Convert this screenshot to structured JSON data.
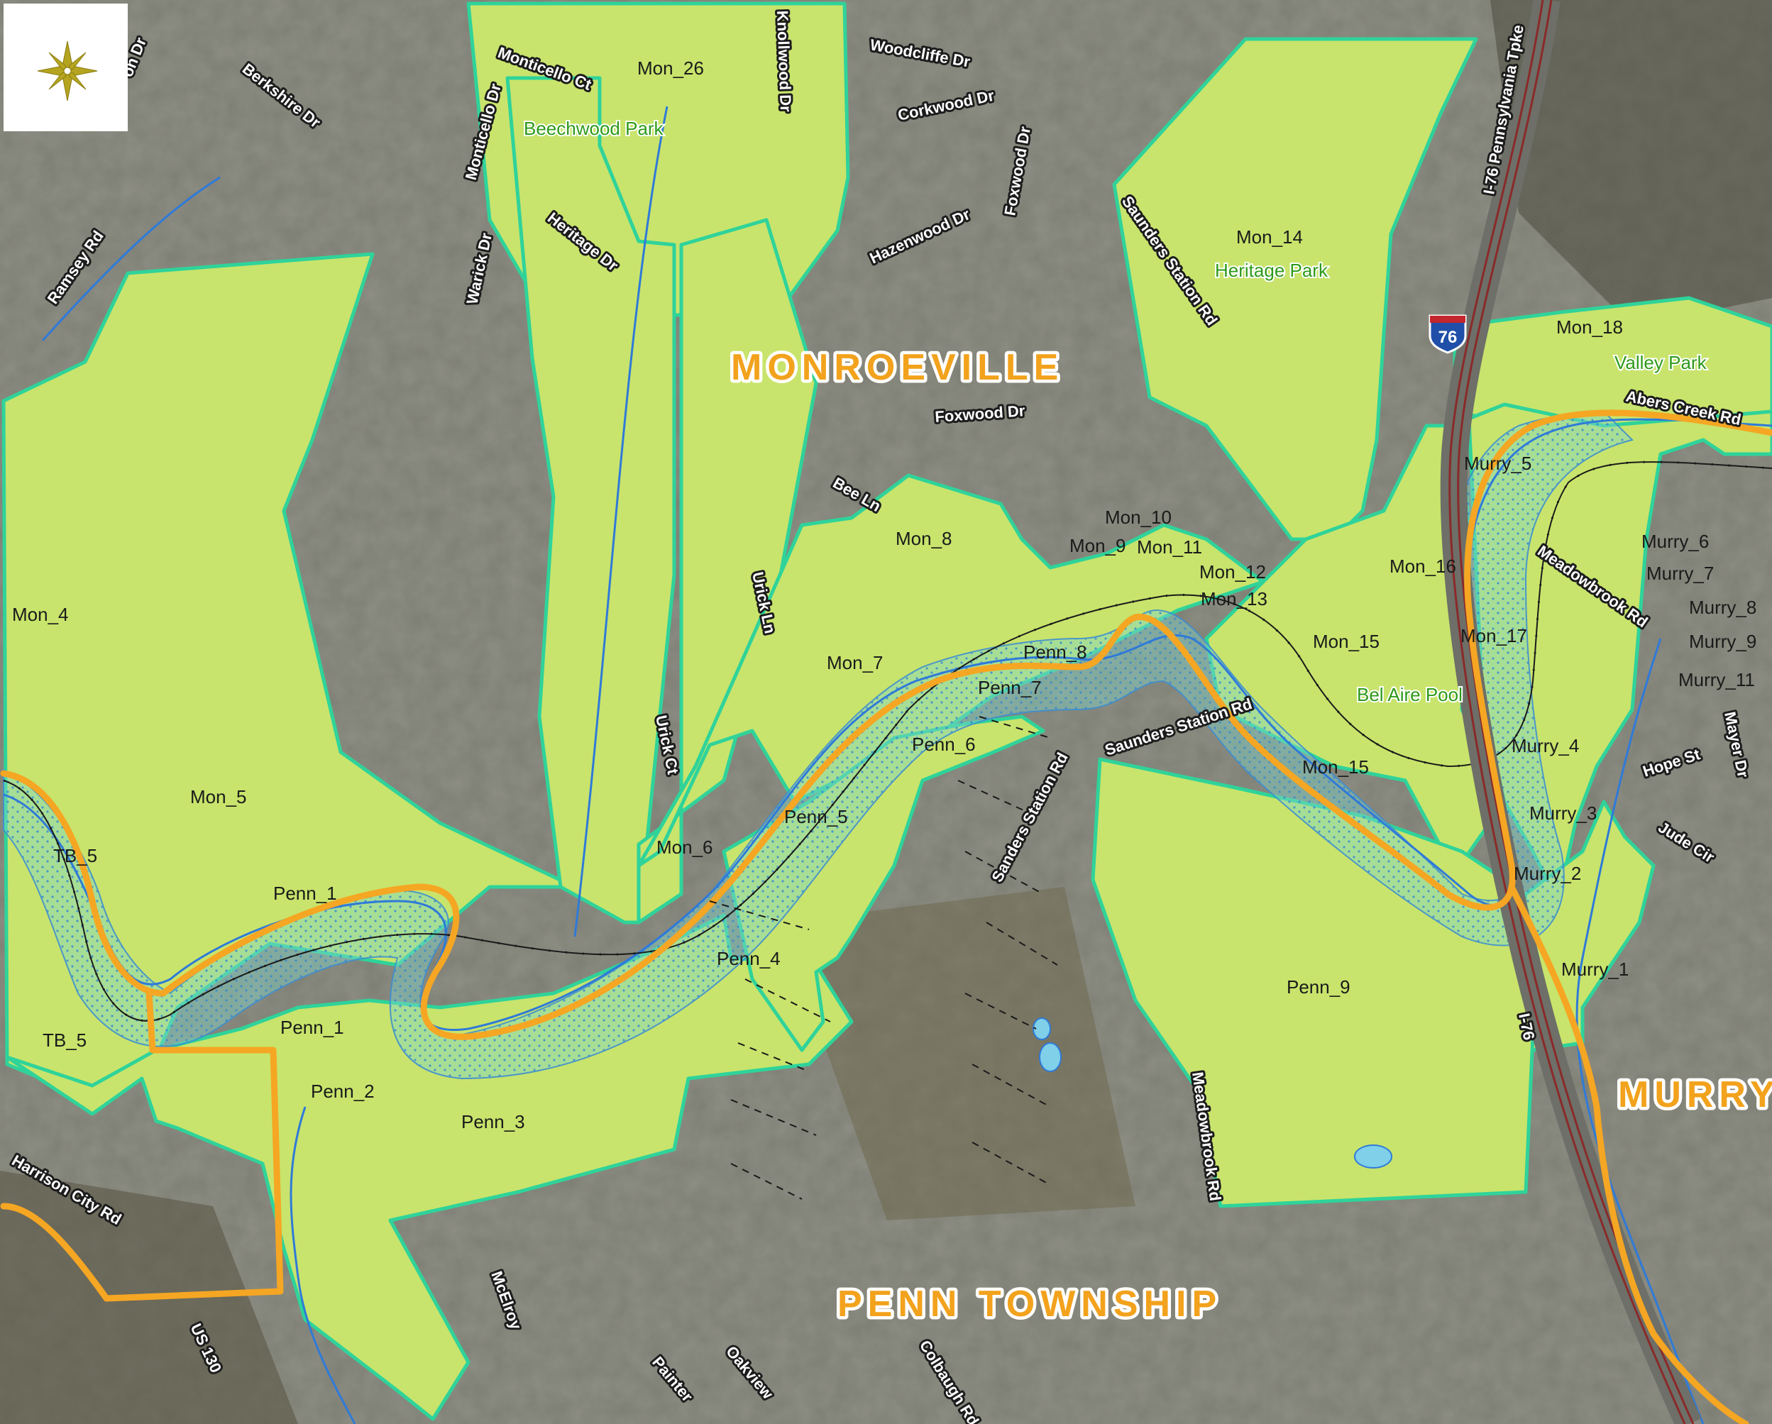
{
  "municipalities": [
    "MONROEVILLE",
    "PENN TOWNSHIP",
    "MURRY"
  ],
  "parks": [
    "Beechwood Park",
    "Heritage Park",
    "Valley Park",
    "Bel Aire Pool"
  ],
  "parcels": [
    "Mon_26",
    "Mon_14",
    "Mon_18",
    "Mon_4",
    "Mon_5",
    "Mon_6",
    "Mon_7",
    "Mon_8",
    "Mon_9",
    "Mon_10",
    "Mon_11",
    "Mon_12",
    "Mon_13",
    "Mon_15",
    "Mon_15",
    "Mon_16",
    "Mon_17",
    "Murry_5",
    "Murry_6",
    "Murry_7",
    "Murry_8",
    "Murry_9",
    "Murry_11",
    "Murry_4",
    "Murry_3",
    "Murry_2",
    "Murry_1",
    "Penn_8",
    "Penn_7",
    "Penn_6",
    "Penn_5",
    "Penn_4",
    "Penn_1",
    "Penn_1",
    "Penn_2",
    "Penn_3",
    "Penn_9",
    "TB_5",
    "TB_5"
  ],
  "roads": [
    "Monticello Ct",
    "Berkshire Dr",
    "on Dr",
    "Ramsey Rd",
    "Monticello Dr",
    "Warick Dr",
    "Heritage Dr",
    "Knollwood Dr",
    "Woodcliffe Dr",
    "Corkwood Dr",
    "Foxwood Dr",
    "Hazenwood Dr",
    "Saunders Station Rd",
    "I-76 Pennsylvania Tpke",
    "Abers Creek Rd",
    "Foxwood Dr",
    "Bee Ln",
    "Urick Ln",
    "Urick Ct",
    "Meadowbrook Rd",
    "Saunders Station Rd",
    "Sanders Station Rd",
    "Hope St",
    "Mayer Dr",
    "Jude Cir",
    "Meadowbrook Rd",
    "Harrison City Rd",
    "McElroy",
    "Oakview",
    "Painter",
    "Colbaugh Rd",
    "I-76",
    "US 130"
  ],
  "highway_shield": "76",
  "compass_icon": "compass-rose-icon",
  "colors": {
    "parcel_fill": "#c6e36b",
    "parcel_border": "#2fd39a",
    "trail": "#f5a623",
    "stream": "#2f7ad8",
    "municipal_label": "#f2a21c",
    "park_label": "#2e9a1a"
  }
}
